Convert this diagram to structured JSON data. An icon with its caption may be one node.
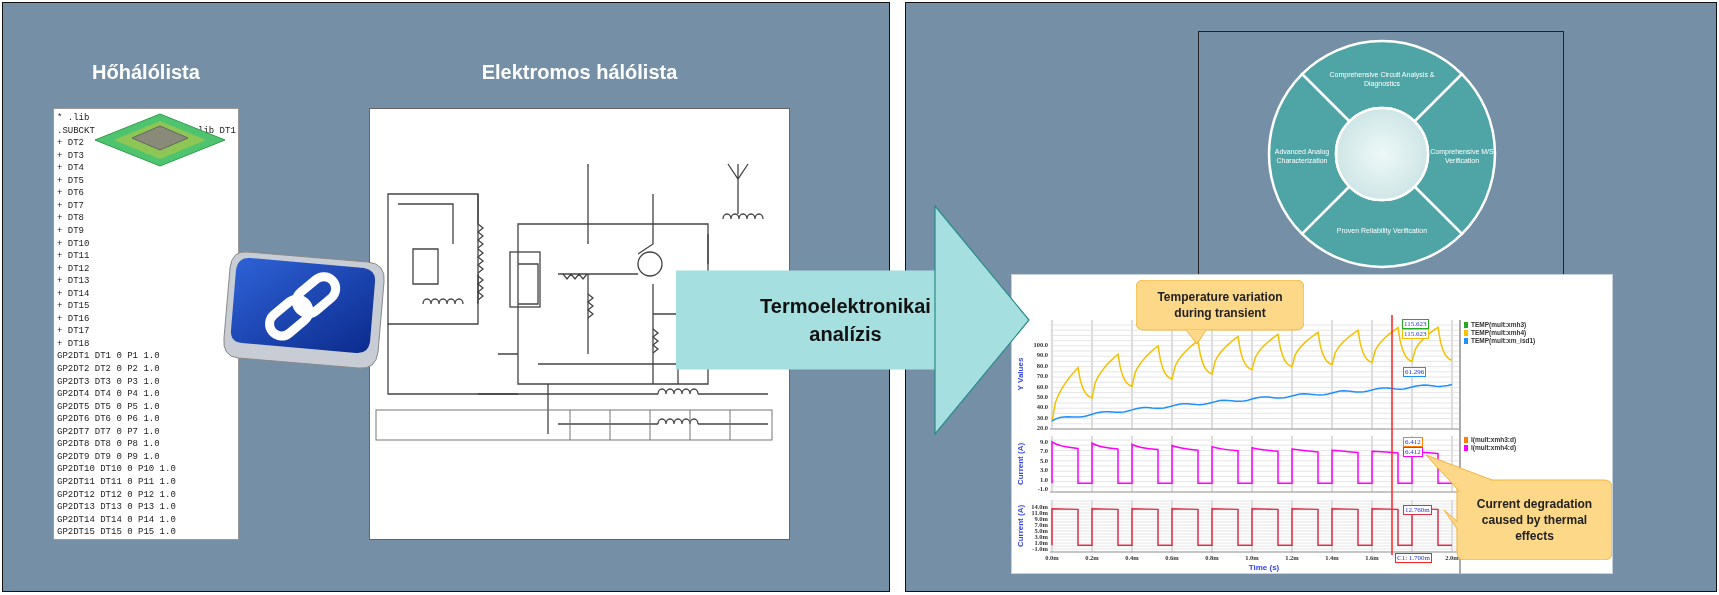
{
  "diagram": {
    "nodes": [
      {
        "text": [],
        "shape": "box"
      },
      {
        "text": [
          "Hőhálólista",
          "* .lib",
          ".SUBCKT",
          "lib DT1",
          "+ DT2",
          "+ DT3",
          "+ DT4",
          "+ DT5",
          "+ DT6",
          "+ DT7",
          "+ DT8",
          "+ DT9",
          "+ DT10",
          "+ DT11",
          "+ DT12",
          "+ DT13",
          "+ DT14",
          "+ DT15",
          "+ DT16",
          "+ DT17",
          "+ DT18",
          "GP2DT1 DT1 0 P1 1.0",
          "GP2DT2 DT2 0 P2 1.0",
          "GP2DT3 DT3 0 P3 1.0",
          "GP2DT4 DT4 0 P4 1.0",
          "GP2DT5 DT5 0 P5 1.0",
          "GP2DT6 DT6 0 P6 1.0",
          "GP2DT7 DT7 0 P7 1.0",
          "GP2DT8 DT8 0 P8 1.0",
          "GP2DT9 DT9 0 P9 1.0",
          "GP2DT10 DT10 0 P10 1.0",
          "GP2DT11 DT11 0 P11 1.0",
          "GP2DT12 DT12 0 P12 1.0",
          "GP2DT13 DT13 0 P13 1.0",
          "GP2DT14 DT14 0 P14 1.0",
          "GP2DT15 DT15 0 P15 1.0"
        ],
        "in": 0
      },
      {
        "text": [
          "Elektromos hálólista"
        ],
        "in": 0
      },
      {
        "text": [],
        "shape": "box"
      },
      {
        "text": [],
        "shape": "box",
        "in": 3
      },
      {
        "text": [
          "Comprehensive Circuit Analysis & Diagnostics"
        ],
        "in": 4
      },
      {
        "text": [
          "Advanced Analog Characterization"
        ],
        "in": 4
      },
      {
        "text": [
          "Comprehensive M/S Verification"
        ],
        "in": 4
      },
      {
        "text": [
          "Proven Reliability Verification"
        ],
        "in": 4
      },
      {
        "text": [],
        "shape": "circle",
        "in": 4
      },
      {
        "text": [],
        "shape": "box",
        "in": 3
      },
      {
        "text": [
          "Temperature variation during transient"
        ],
        "in": 10
      },
      {
        "text": [
          "Current degradation caused by thermal effects"
        ],
        "in": 10
      }
    ],
    "edges": [
      {
        "from": 2,
        "to": 3,
        "arrow": "to",
        "label": "Termoelektronikai analízis"
      }
    ],
    "labels": [
      "Y Values",
      "100.0",
      "90.0",
      "80.0",
      "70.0",
      "60.0",
      "50.0",
      "40.0",
      "30.0",
      "20.0",
      "115.623",
      "115.623",
      "61.296",
      "Current (A)",
      "9.0",
      "7.0",
      "5.0",
      "3.0",
      "1.0",
      "-1.0",
      "6.412",
      "6.412",
      "Current (A)",
      "14.0m",
      "11.0m",
      "9.0m",
      "7.0m",
      "5.0m",
      "3.0m",
      "1.0m",
      "-1.0m",
      "12.760m",
      "0.0m",
      "0.2m",
      "0.4m",
      "0.6m",
      "0.8m",
      "1.0m",
      "1.2m",
      "1.4m",
      "1.6m",
      "C1: 1.700m",
      "2.0m",
      "Time (s)"
    ],
    "legend": [
      {
        "text": "TEMP(mult:xmh3)",
        "color": "#22aa22"
      },
      {
        "text": "TEMP(mult:xmh4)",
        "color": "#f5c000"
      },
      {
        "text": "TEMP(mult:xm_isd1)",
        "color": "#1e90ff"
      },
      {
        "text": "I(mult:xmh3:d)",
        "color": "#ff8000"
      },
      {
        "text": "I(mult:xmh4:d)",
        "color": "#ff00ff"
      }
    ]
  }
}
